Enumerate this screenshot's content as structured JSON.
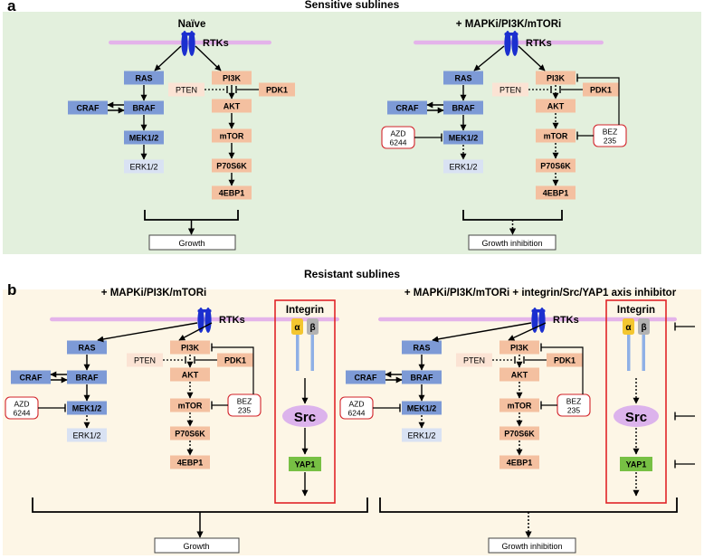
{
  "panel_a": {
    "letter": "a",
    "title": "Sensitive sublines",
    "left_heading": "Naïve",
    "right_heading": "+ MAPKi/PI3K/mTORi",
    "left_outcome": "Growth",
    "right_outcome": "Growth inhibition"
  },
  "panel_b": {
    "letter": "b",
    "title": "Resistant sublines",
    "left_heading": "+ MAPKi/PI3K/mTORi",
    "right_heading": "+ MAPKi/PI3K/mTORi + integrin/Src/YAP1 axis inhibitor",
    "left_outcome": "Growth",
    "right_outcome": "Growth inhibition"
  },
  "labels": {
    "rtks": "RTKs",
    "ras": "RAS",
    "braf": "BRAF",
    "craf": "CRAF",
    "mek": "MEK1/2",
    "erk": "ERK1/2",
    "pi3k": "PI3K",
    "pten": "PTEN",
    "pdk1": "PDK1",
    "akt": "AKT",
    "mtor": "mTOR",
    "p70s6k": "P70S6K",
    "ebp1": "4EBP1",
    "azd_line1": "AZD",
    "azd_line2": "6244",
    "bez_line1": "BEZ",
    "bez_line2": "235",
    "integrin": "Integrin",
    "alpha": "α",
    "beta": "β",
    "src": "Src",
    "yap1": "YAP1"
  },
  "colors": {
    "sensitive_bg": "#e3f0dd",
    "resistant_bg": "#fdf6e6",
    "mapk_box": "#7d9ad6",
    "erk_box": "#d9e2f3",
    "pi3k_box": "#f4c0a0",
    "pten_box": "#fbe3d4",
    "membrane": "#e4b3ea",
    "receptor": "#1b2fcf",
    "drug_border": "#d2232a",
    "src_oval": "#dcb3ec",
    "yap1_box": "#77c044",
    "alpha": "#f3c630",
    "beta": "#b2b2b2",
    "integrin_leg": "#8fb0e6"
  },
  "icons": {
    "receptor": "rtk-receptor-icon",
    "integrin": "integrin-heterodimer-icon"
  }
}
